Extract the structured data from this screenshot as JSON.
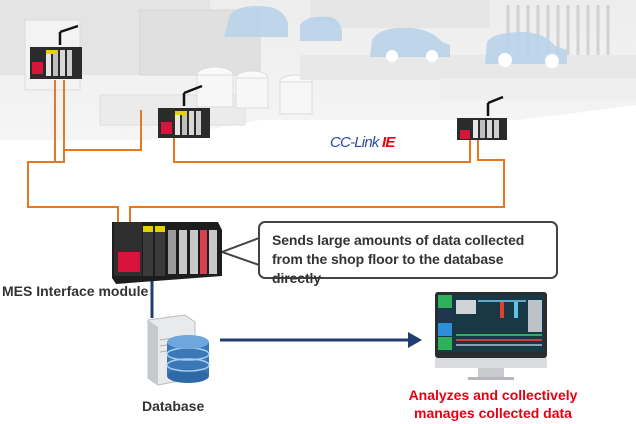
{
  "network": {
    "name_prefix": "CC-Link ",
    "name_suffix": "IE",
    "line_color": "#e87722"
  },
  "callout": {
    "line1": "Sends large amounts of data collected",
    "line2": "from the shop floor to the database directly"
  },
  "labels": {
    "mes_module": "MES Interface module",
    "database": "Database",
    "analysis_line1": "Analyzes and collectively",
    "analysis_line2": "manages collected data"
  },
  "colors": {
    "accent_red": "#e60012",
    "link_blue": "#1f3d6e",
    "network_orange": "#e87722"
  },
  "nodes": [
    {
      "id": "plc-left",
      "type": "remote-io-wireless"
    },
    {
      "id": "plc-center",
      "type": "remote-io-wireless"
    },
    {
      "id": "plc-right",
      "type": "remote-io-wireless"
    },
    {
      "id": "mes-interface",
      "type": "mes-interface-module"
    },
    {
      "id": "database",
      "type": "database-server"
    },
    {
      "id": "monitor",
      "type": "analysis-display"
    }
  ]
}
